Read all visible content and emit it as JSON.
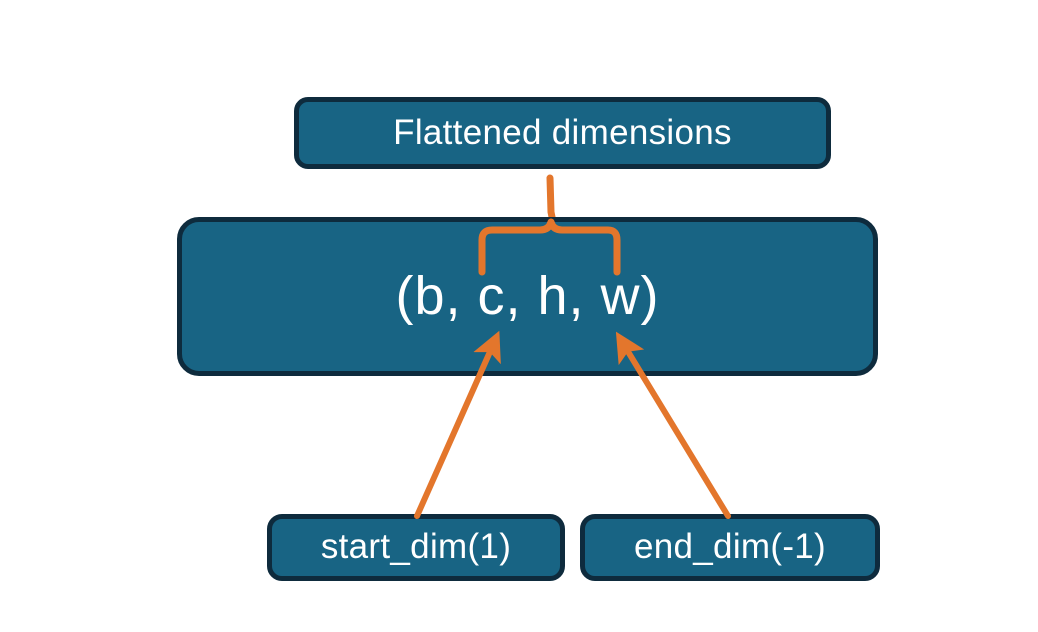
{
  "diagram": {
    "title_node": {
      "label": "Flattened dimensions",
      "name": "flattened-dimensions-box"
    },
    "shape_node": {
      "label": "(b, c, h, w)",
      "name": "tensor-shape-box"
    },
    "start_dim_node": {
      "label": "start_dim(1)",
      "name": "start-dim-box"
    },
    "end_dim_node": {
      "label": "end_dim(-1)",
      "name": "end-dim-box"
    },
    "connectors": {
      "brace": {
        "name": "flattened-range-brace",
        "description": "curly brace spanning c and h and w with stem up to Flattened dimensions"
      },
      "start_dim_arrow": {
        "name": "start-dim-arrow",
        "description": "arrow from start_dim(1) box up to the c element"
      },
      "end_dim_arrow": {
        "name": "end-dim-arrow",
        "description": "arrow from end_dim(-1) box up to the w element"
      }
    },
    "colors": {
      "box_fill": "#186484",
      "box_border": "#0e2b3d",
      "text": "#ffffff",
      "accent_orange": "#E3762C",
      "background": "#ffffff"
    }
  }
}
